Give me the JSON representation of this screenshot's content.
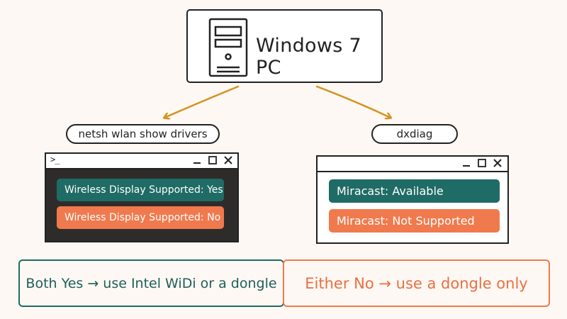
{
  "colors": {
    "teal": "#1f6b65",
    "orange": "#f07a4e",
    "arrow": "#d4931e",
    "background": "#fdf8f3"
  },
  "pc": {
    "title": "Windows 7 PC",
    "icon": "computer-tower-icon"
  },
  "commands": {
    "left": "netsh wlan show drivers",
    "right": "dxdiag"
  },
  "terminal": {
    "prompt": ">_",
    "line_yes": "Wireless Display Supported: Yes",
    "line_no": "Wireless Display Supported: No"
  },
  "dxdiag": {
    "line_available": "Miracast: Available",
    "line_not_supported": "Miracast: Not Supported"
  },
  "results": {
    "left": "Both Yes → use Intel WiDi or a dongle",
    "right": "Either No → use a dongle only"
  }
}
